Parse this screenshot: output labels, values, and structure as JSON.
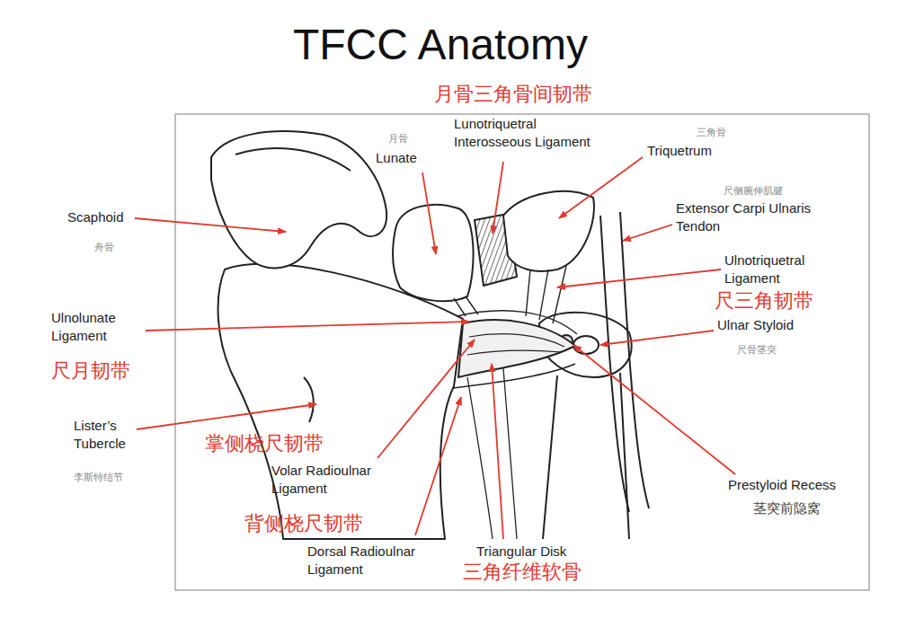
{
  "diagram": {
    "title": "TFCC Anatomy",
    "labels": [
      "月骨三角骨间韧带",
      "Lunotriquetral Interosseous Ligament",
      "三角骨",
      "月骨",
      "Lunate",
      "Triquetrum",
      "Scaphoid",
      "舟骨",
      "尺侧腕伸肌腱",
      "Extensor Carpi Ulnaris Tendon",
      "Ulnotriquetral Ligament",
      "尺三角韧带",
      "Ulnar Styloid",
      "尺骨茎突",
      "Ulnolunate Ligament",
      "尺月韧带",
      "Lister’s Tubercle",
      "李斯特结节",
      "掌侧桡尺韧带",
      "Volar Radioulnar Ligament",
      "Prestyloid Recess",
      "茎突前隐窝",
      "背侧桡尺韧带",
      "Dorsal Radioulnar Ligament",
      "Triangular Disk",
      "三角纤维软骨"
    ]
  }
}
